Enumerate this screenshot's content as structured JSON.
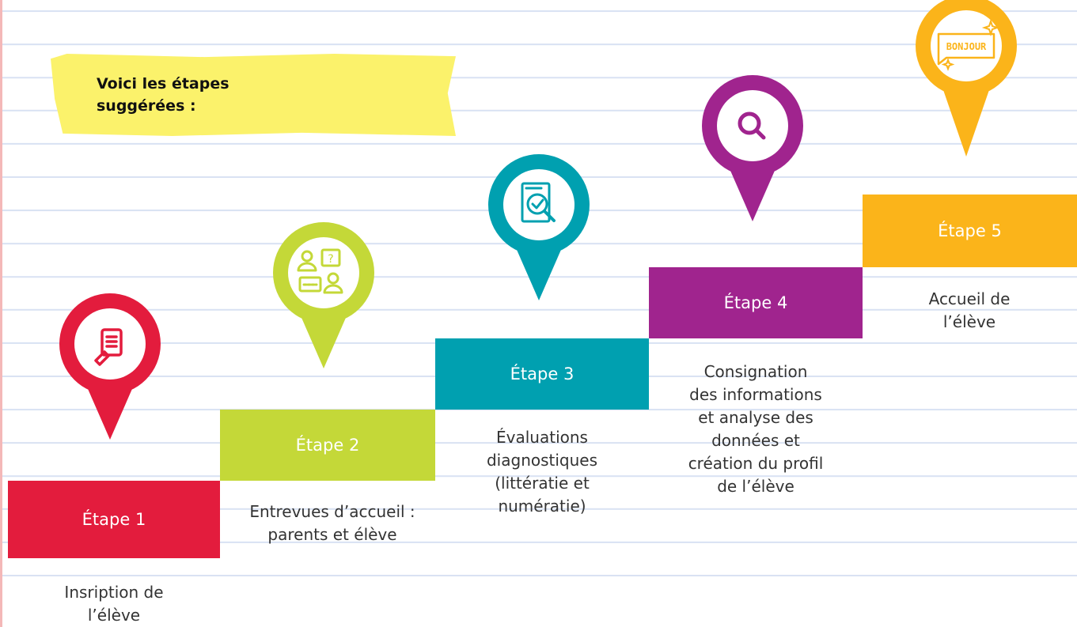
{
  "intro": {
    "text_line1": "Voici les étapes",
    "text_line2": "suggérées :"
  },
  "colors": {
    "step1": "#e31c3d",
    "step2": "#c4d838",
    "step3": "#00a0b0",
    "step4": "#a0248e",
    "step5": "#fbb41a"
  },
  "steps": [
    {
      "label": "Étape 1",
      "desc": [
        "Insription de",
        "l’élève"
      ],
      "icon": "document-pencil-icon"
    },
    {
      "label": "Étape 2",
      "desc": [
        "Entrevues d’accueil :",
        "parents et élève"
      ],
      "icon": "conversation-question-icon"
    },
    {
      "label": "Étape 3",
      "desc": [
        "Évaluations",
        "diagnostiques",
        "(littératie et",
        "numératie)"
      ],
      "icon": "document-magnifier-check-icon"
    },
    {
      "label": "Étape 4",
      "desc": [
        "Consignation",
        "des informations",
        "et analyse des",
        "données et",
        "création du profil",
        "de l’élève"
      ],
      "icon": "search-icon"
    },
    {
      "label": "Étape 5",
      "desc": [
        "Accueil de",
        "l’élève"
      ],
      "icon": "bonjour-speech-bubble-icon"
    }
  ],
  "pin5_text": "BONJOUR"
}
